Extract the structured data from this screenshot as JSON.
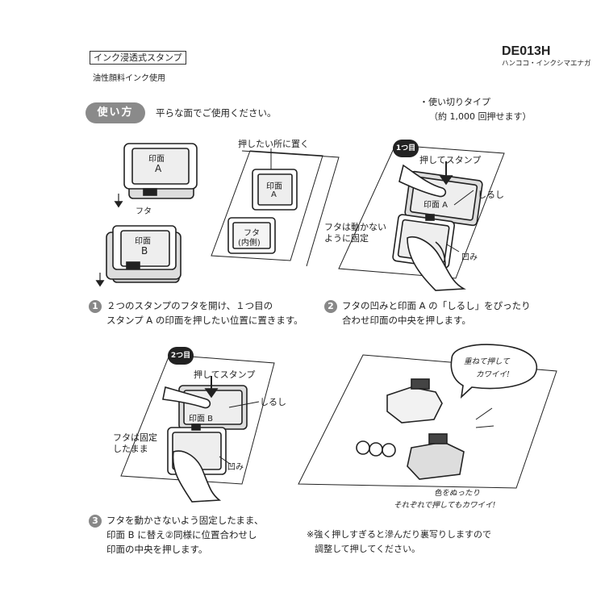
{
  "header": {
    "category_tag": "インク浸透式スタンプ",
    "ink_type": "油性顔料インク使用",
    "product_code": "DE013H",
    "product_name": "ハンココ・インクシマエナガ"
  },
  "usage": {
    "pill": "使い方",
    "instruction": "平らな面でご使用ください。",
    "disposable_1": "・使い切りタイプ",
    "disposable_2": "（約 1,000 回押せます）"
  },
  "panel1": {
    "face_a": "印面",
    "face_a_letter": "A",
    "lid": "フタ",
    "face_b": "印面",
    "face_b_letter": "B",
    "place_label": "押したい所に置く",
    "paper_face": "印面",
    "paper_face_letter": "A",
    "paper_lid": "フタ",
    "paper_lid_inner": "(内側)"
  },
  "panel2": {
    "badge": "1つ目",
    "press": "押してスタンプ",
    "mark": "しるし",
    "face": "印面 A",
    "fixed_1": "フタは動かない",
    "fixed_2": "ように固定",
    "dent": "凹み"
  },
  "panel3": {
    "badge": "2つ目",
    "press": "押してスタンプ",
    "mark": "しるし",
    "face": "印面 B",
    "fixed_1": "フタは固定",
    "fixed_2": "したまま",
    "dent": "凹み"
  },
  "panel4": {
    "bubble_1": "重ねて押して",
    "bubble_2": "カワイイ!",
    "caption_1": "色をぬったり",
    "caption_2": "それぞれで押してもカワイイ!"
  },
  "steps": [
    {
      "num": "1",
      "line1": "２つのスタンプのフタを開け、１つ目の",
      "line2": "スタンプ A の印面を押したい位置に置きます。",
      "line3": ""
    },
    {
      "num": "2",
      "line1": "フタの凹みと印面 A の「しるし」をぴったり",
      "line2": "合わせ印面の中央を押します。",
      "line3": ""
    },
    {
      "num": "3",
      "line1": "フタを動かさないよう固定したまま、",
      "line2": "印面 B に替え②同様に位置合わせし",
      "line3": "印面の中央を押します。"
    }
  ],
  "warning": {
    "line1": "※強く押しすぎると滲んだり裏写りしますので",
    "line2": "調整して押してください。"
  }
}
